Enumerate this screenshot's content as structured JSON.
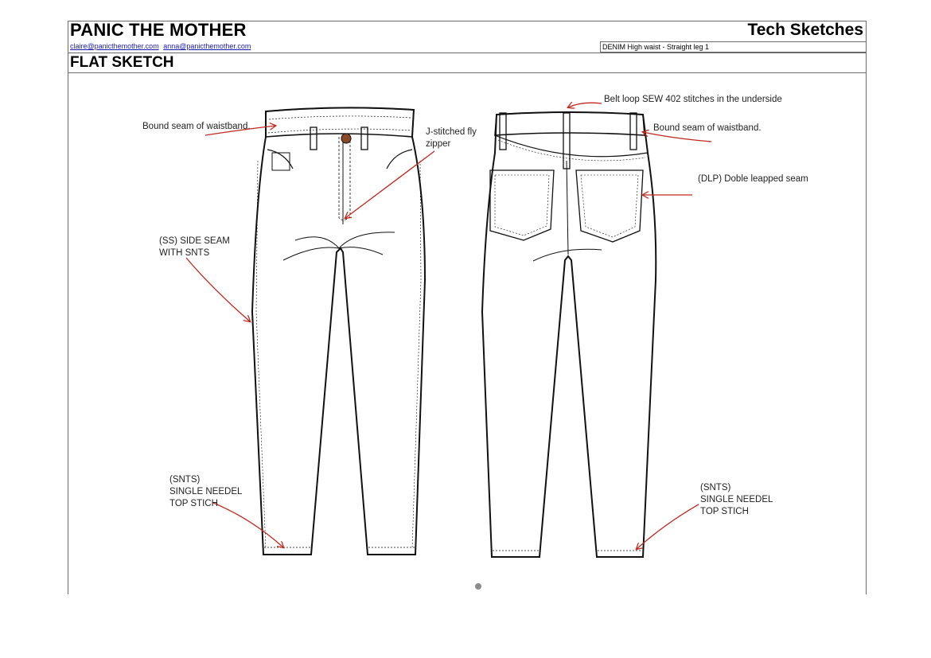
{
  "header": {
    "brand": "PANIC THE MOTHER",
    "doc_type": "Tech Sketches",
    "emails": [
      "claire@panicthemother.com",
      "anna@panicthemother.com"
    ],
    "style_name": "DENIM High waist - Straight leg 1",
    "section_title": "FLAT SKETCH"
  },
  "front_notes": {
    "waistband": "Bound seam of waistband.",
    "fly": [
      "J-stitched fly",
      "zipper"
    ],
    "side_seam": [
      "(SS) SIDE SEAM",
      "WITH SNTS"
    ],
    "snts": [
      "(SNTS)",
      "SINGLE NEEDEL",
      "TOP STICH"
    ]
  },
  "back_notes": {
    "belt_loop": "Belt loop SEW 402 stitches in the underside",
    "waistband": "Bound seam of waistband.",
    "dlp": "(DLP) Doble leapped seam",
    "snts": [
      "(SNTS)",
      "SINGLE NEEDEL",
      "TOP STICH"
    ]
  },
  "colors": {
    "annotation_arrow": "#c0291f",
    "button": "#8a4a28",
    "outline": "#111111"
  },
  "pagination": {
    "pages": 1,
    "current": 1
  }
}
